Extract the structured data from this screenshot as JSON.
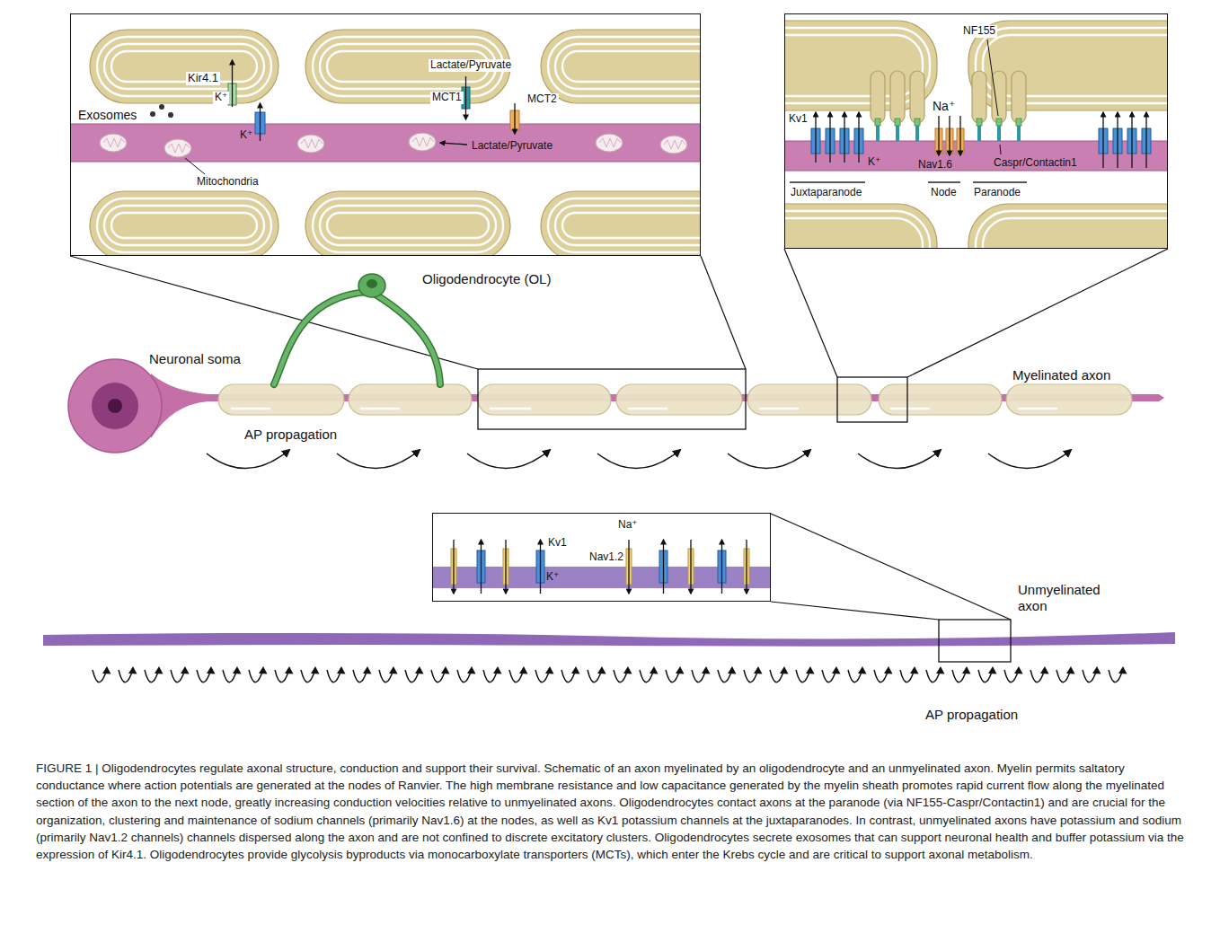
{
  "diagram": {
    "caption": "FIGURE 1 | Oligodendrocytes regulate axonal structure, conduction and support their survival. Schematic of an axon myelinated by an oligodendrocyte and an unmyelinated axon. Myelin permits saltatory conductance where action potentials are generated at the nodes of Ranvier. The high membrane resistance and low capacitance generated by the myelin sheath promotes rapid current flow along the myelinated section of the axon to the next node, greatly increasing conduction velocities relative to unmyelinated axons. Oligodendrocytes contact axons at the paranode (via NF155-Caspr/Contactin1) and are crucial for the organization, clustering and maintenance of sodium channels (primarily Nav1.6) at the nodes, as well as Kv1 potassium channels at the juxtaparanodes. In contrast, unmyelinated axons have potassium and sodium (primarily Nav1.2 channels) channels dispersed along the axon and are not confined to discrete excitatory clusters. Oligodendrocytes secrete exosomes that can support neuronal health and buffer potassium via the expression of Kir4.1. Oligodendrocytes provide glycolysis byproducts via monocarboxylate transporters (MCTs), which enter the Krebs cycle and are critical to support axonal metabolism.",
    "nodes": [
      {
        "text": [
          "Exosomes",
          "Kir4.1",
          "K⁺",
          "K⁺",
          "Lactate/Pyruvate",
          "MCT1",
          "MCT2",
          "Lactate/Pyruvate",
          "Mitochondria"
        ]
      },
      {
        "text": [
          "NF155",
          "Na⁺",
          "Kv1",
          "K⁺",
          "Nav1.6",
          "Caspr/Contactin1",
          "Juxtaparanode",
          "Node",
          "Paranode"
        ]
      },
      {
        "text": [
          "Na⁺",
          "Kv1",
          "Nav1.2",
          "K⁺"
        ]
      }
    ],
    "labels": [
      "Oligodendrocyte (OL)",
      "Neuronal soma",
      "Myelinated axon",
      "AP propagation",
      "Unmyelinated axon",
      "AP propagation"
    ]
  }
}
